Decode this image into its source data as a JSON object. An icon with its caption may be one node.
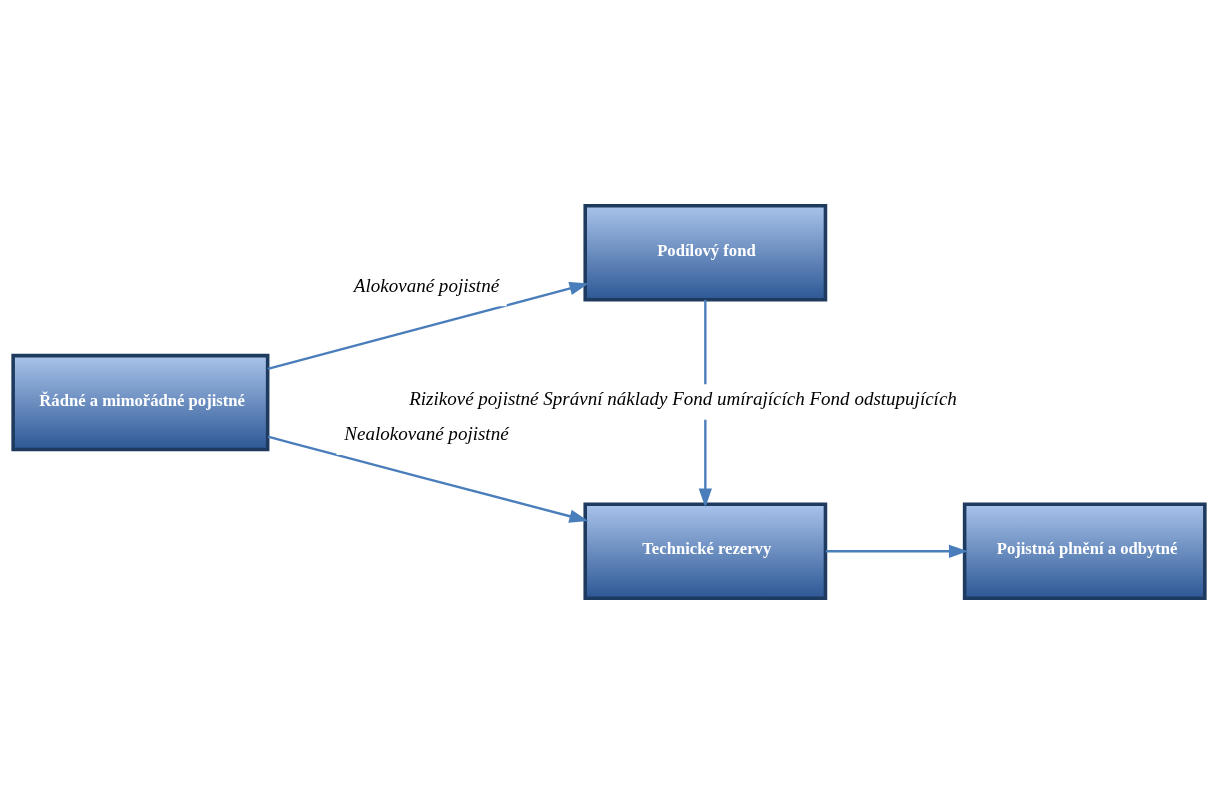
{
  "diagram": {
    "nodes": [
      {
        "text": [
          "Podílový fond"
        ]
      },
      {
        "text": [
          "Řádné a mimořádné pojistné"
        ]
      },
      {
        "text": [
          "Pojistná plnění a odbytné"
        ]
      },
      {
        "text": [
          "Technické rezervy"
        ]
      }
    ],
    "edges": [
      {
        "from": 1,
        "to": 0,
        "arrow": "to",
        "label": "Alokované pojistné"
      },
      {
        "from": 1,
        "to": 3,
        "arrow": "to",
        "label": "Nealokované pojistné"
      },
      {
        "from": 0,
        "to": 3,
        "arrow": "to",
        "label": "Rizikové pojistné Správní náklady Fond umírajících Fond odstupujících"
      },
      {
        "from": 3,
        "to": 2,
        "arrow": "to"
      }
    ]
  }
}
